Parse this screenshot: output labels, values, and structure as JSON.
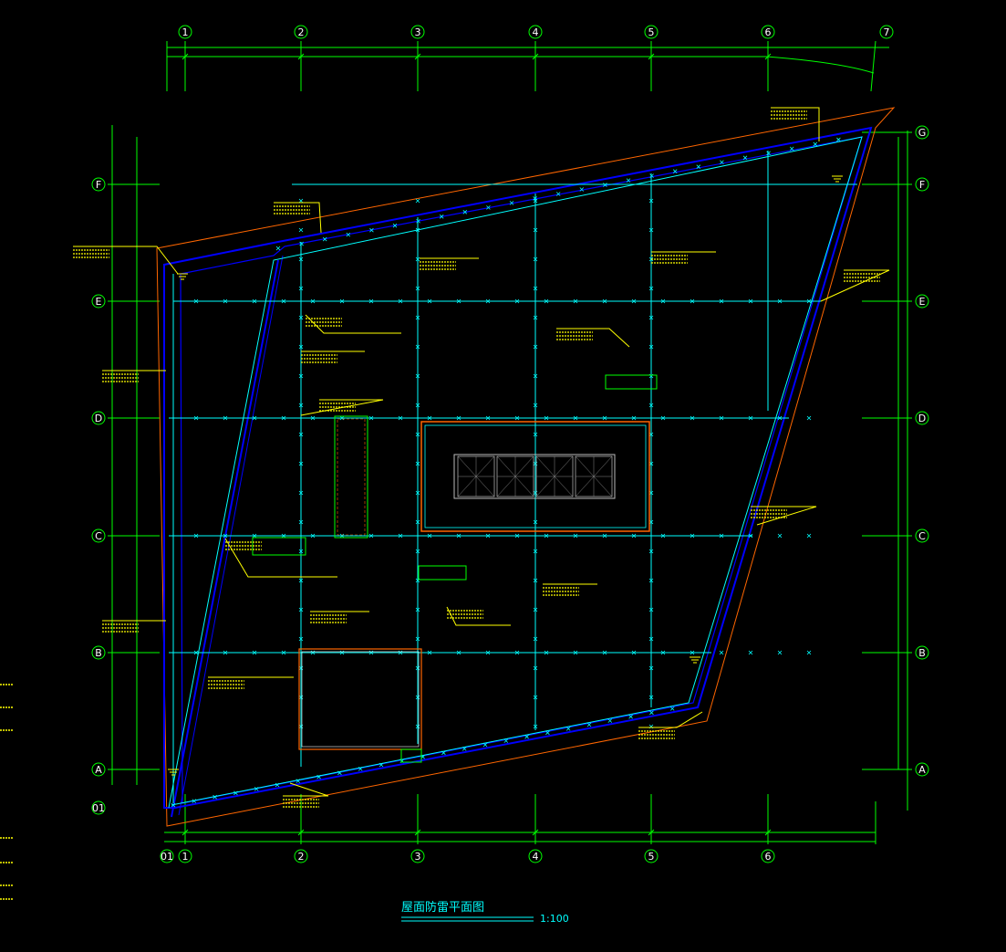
{
  "drawing": {
    "title": "屋面防雷平面图",
    "scale": "1:100",
    "colors": {
      "background": "#000000",
      "grid": "#00ff00",
      "lightning_conductor": "#00ffff",
      "roof_edge_blue": "#0000ff",
      "roof_edge_orange": "#ff6600",
      "annotation": "#ffff00",
      "bubble": "#00ff00",
      "text": "#ffffff"
    }
  },
  "grid": {
    "columns": [
      "1",
      "2",
      "3",
      "4",
      "5",
      "6",
      "7"
    ],
    "bottom_columns": [
      "01",
      "1",
      "2",
      "3",
      "4",
      "5",
      "6"
    ],
    "rows": [
      "G",
      "F",
      "E",
      "D",
      "C",
      "B",
      "A",
      "01"
    ],
    "left_rows": [
      "F",
      "E",
      "D",
      "C",
      "B",
      "A",
      "01"
    ],
    "right_rows": [
      "G",
      "F",
      "E",
      "D",
      "C",
      "B",
      "A"
    ]
  }
}
